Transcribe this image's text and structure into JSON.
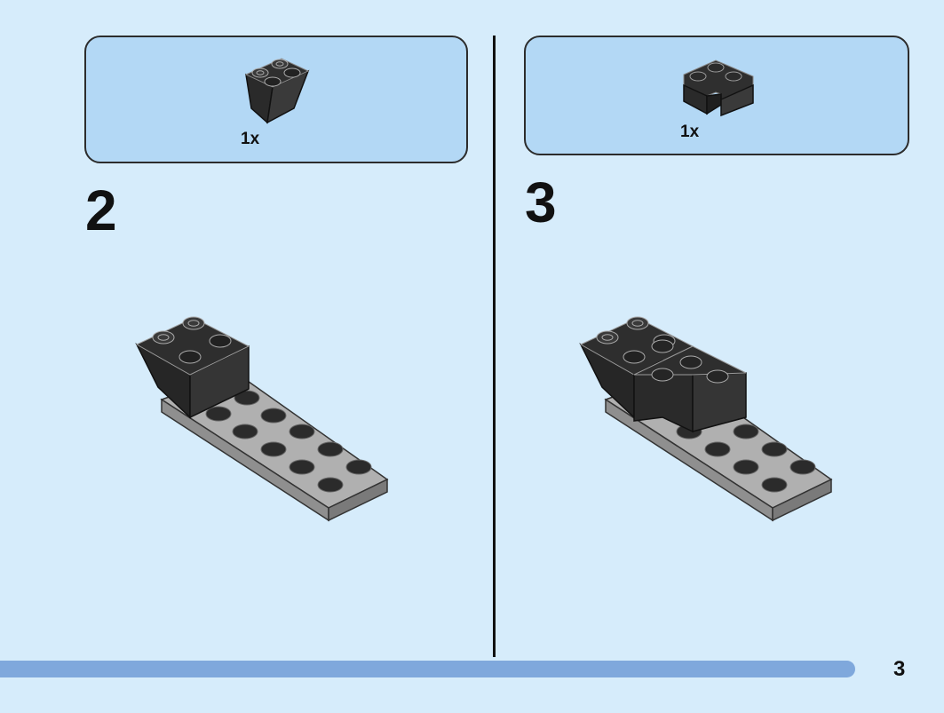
{
  "steps": [
    {
      "number": "2",
      "parts": [
        {
          "quantity": "1x",
          "piece_icon": "inverted-slope-brick-icon"
        }
      ]
    },
    {
      "number": "3",
      "parts": [
        {
          "quantity": "1x",
          "piece_icon": "corner-brick-icon"
        }
      ]
    }
  ],
  "footer": {
    "page_number": "3"
  },
  "colors": {
    "background": "#d6ecfb",
    "parts_box": "#b3d8f5",
    "progress_bar": "#7fa8dc",
    "brick_dark": "#2f2f2f",
    "plate_grey": "#a9a9a9"
  }
}
